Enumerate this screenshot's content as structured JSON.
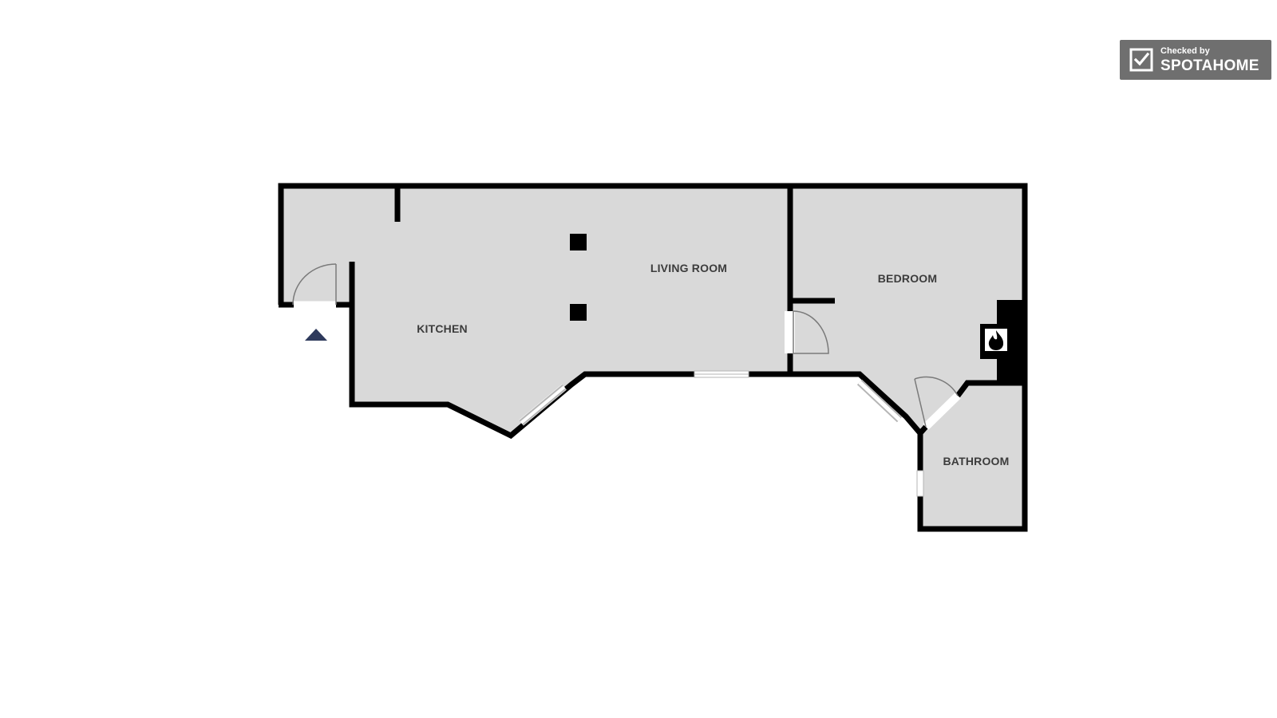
{
  "badge": {
    "checked_by": "Checked by",
    "brand": "SPOTAHOME",
    "icon": "checkbox-check-icon"
  },
  "rooms": {
    "kitchen": "KITCHEN",
    "living_room": "LIVING ROOM",
    "bedroom": "BEDROOM",
    "bathroom": "BATHROOM"
  },
  "symbols": {
    "entrance": "entrance-triangle-icon",
    "fireplace": "fireplace-flame-icon"
  },
  "colors": {
    "floor": "#d9d9d9",
    "wall": "#000000",
    "entrance_marker": "#2e3a5c",
    "badge_background": "#6f6f6f",
    "label_text": "#3c3c3c"
  }
}
